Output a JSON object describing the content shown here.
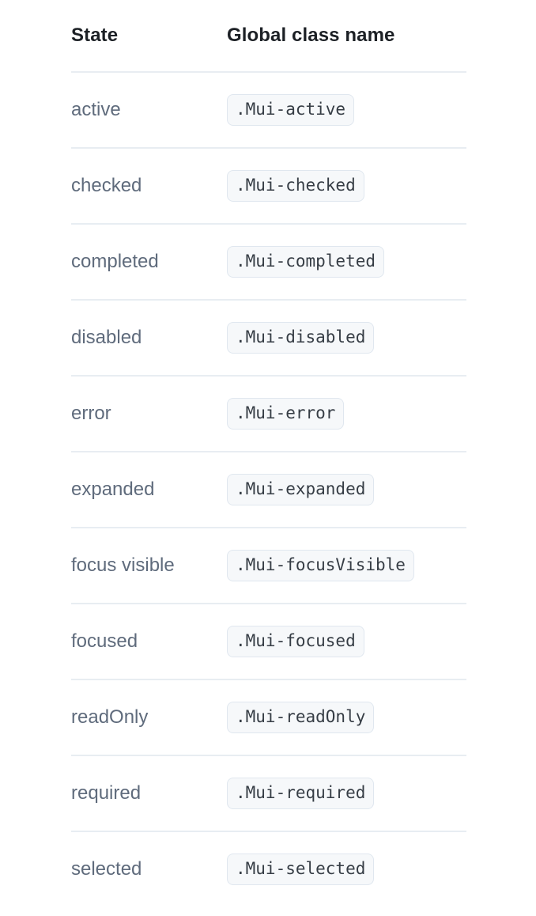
{
  "table": {
    "columns": {
      "state_label": "State",
      "class_label": "Global class name"
    },
    "rows": [
      {
        "state": "active",
        "class_name": ".Mui-active"
      },
      {
        "state": "checked",
        "class_name": ".Mui-checked"
      },
      {
        "state": "completed",
        "class_name": ".Mui-completed"
      },
      {
        "state": "disabled",
        "class_name": ".Mui-disabled"
      },
      {
        "state": "error",
        "class_name": ".Mui-error"
      },
      {
        "state": "expanded",
        "class_name": ".Mui-expanded"
      },
      {
        "state": "focus visible",
        "class_name": ".Mui-focusVisible"
      },
      {
        "state": "focused",
        "class_name": ".Mui-focused"
      },
      {
        "state": "readOnly",
        "class_name": ".Mui-readOnly"
      },
      {
        "state": "required",
        "class_name": ".Mui-required"
      },
      {
        "state": "selected",
        "class_name": ".Mui-selected"
      }
    ]
  },
  "colors": {
    "page_background": "#ffffff",
    "header_text": "#1c2025",
    "state_text": "#5f6b7c",
    "chip_background": "#f6f8fa",
    "chip_border": "#e0e7ef",
    "chip_text": "#363d45",
    "divider": "#e8edf2"
  }
}
